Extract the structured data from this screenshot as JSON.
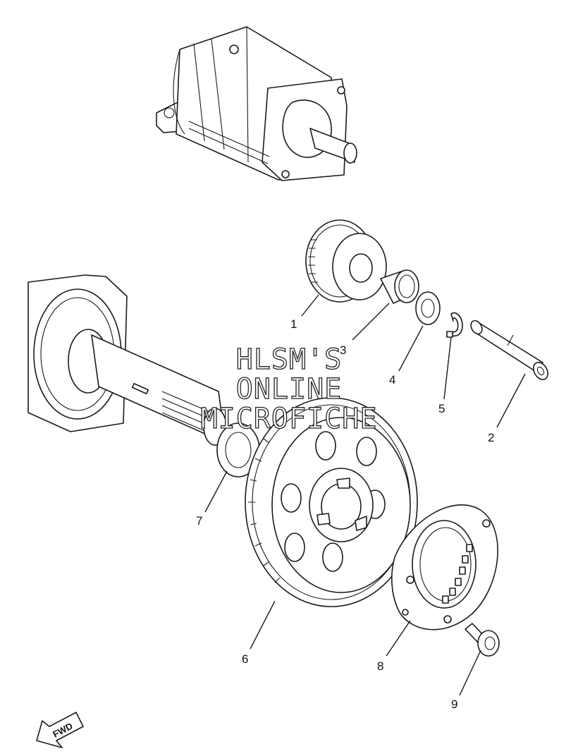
{
  "callouts": [
    {
      "id": "1",
      "label": "1"
    },
    {
      "id": "2",
      "label": "2"
    },
    {
      "id": "3",
      "label": "3"
    },
    {
      "id": "4",
      "label": "4"
    },
    {
      "id": "5",
      "label": "5"
    },
    {
      "id": "6",
      "label": "6"
    },
    {
      "id": "7",
      "label": "7"
    },
    {
      "id": "8",
      "label": "8"
    },
    {
      "id": "9",
      "label": "9"
    }
  ],
  "watermark": {
    "line1": "HLSM'S",
    "line2": "ONLINE",
    "line3": "MICROFICHE"
  },
  "fwd_arrow": {
    "label": "FWD"
  },
  "colors": {
    "line": "#1a1a1a",
    "background": "#ffffff"
  }
}
